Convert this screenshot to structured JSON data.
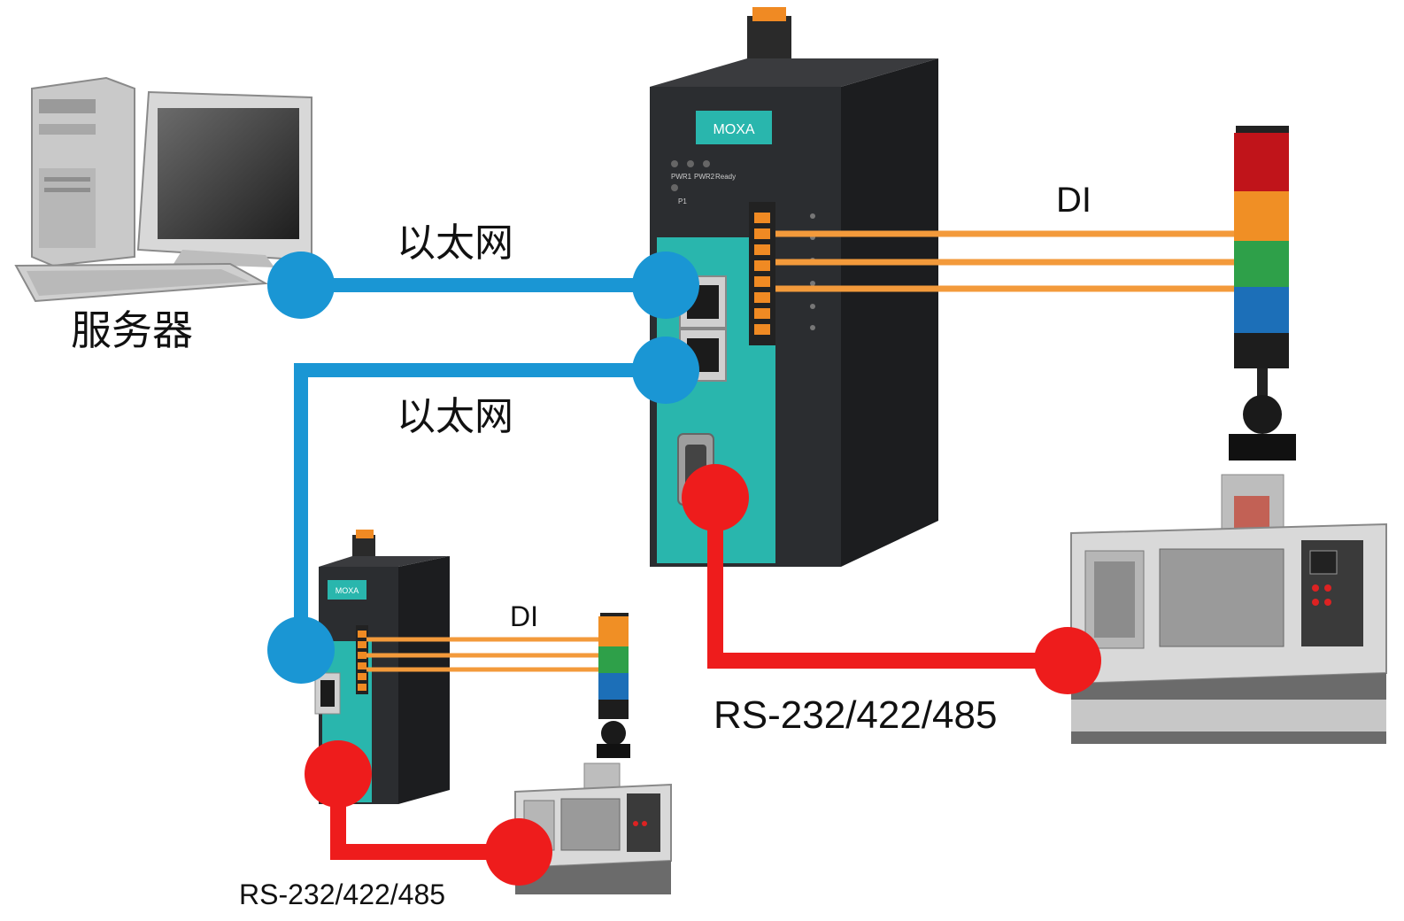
{
  "labels": {
    "server": "服务器",
    "ethernet_top": "以太网",
    "ethernet_bottom": "以太网",
    "di_large": "DI",
    "di_small": "DI",
    "serial_large": "RS-232/422/485",
    "serial_small": "RS-232/422/485"
  },
  "device": {
    "brand": "MOXA",
    "led_labels": [
      "PWR1",
      "PWR2",
      "Ready",
      "P1"
    ]
  },
  "colors": {
    "ethernet": "#1a96d4",
    "digital_input": "#f39a3b",
    "serial": "#ee1c1c",
    "device_body": "#2b2d30",
    "device_accent": "#29b6ad"
  }
}
